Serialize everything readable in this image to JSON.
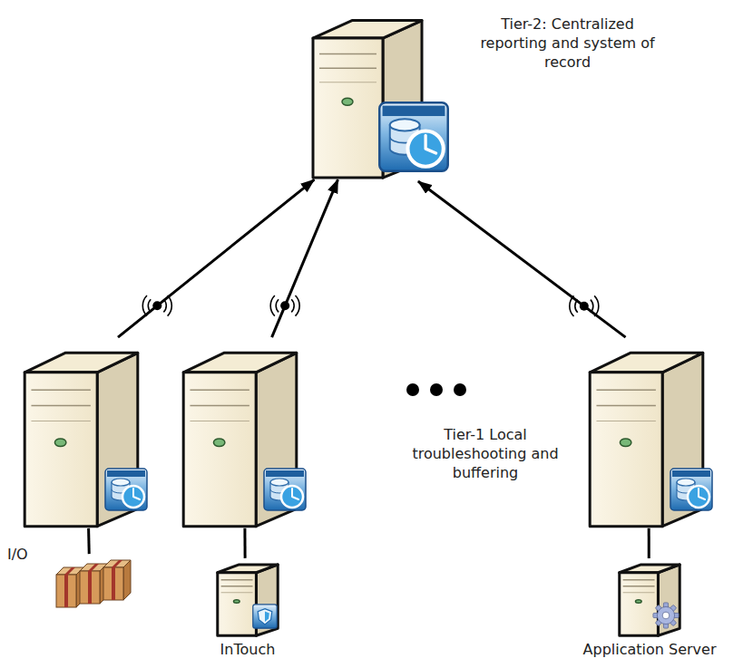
{
  "diagram": {
    "nodes": [
      {
        "text": [
          "Tier-2: Centralized reporting and system of record"
        ]
      },
      {
        "text": []
      },
      {
        "text": []
      },
      {
        "text": []
      },
      {
        "text": [
          "I/O"
        ]
      },
      {
        "text": [
          "InTouch"
        ]
      },
      {
        "text": [
          "Application Server"
        ]
      }
    ],
    "edges": [
      {
        "from": 1,
        "to": 0,
        "arrow": "to"
      },
      {
        "from": 2,
        "to": 0,
        "arrow": "to"
      },
      {
        "from": 3,
        "to": 0,
        "arrow": "to"
      },
      {
        "from": 4,
        "to": 1,
        "arrow": "none"
      },
      {
        "from": 5,
        "to": 2,
        "arrow": "none"
      },
      {
        "from": 6,
        "to": 3,
        "arrow": "none"
      }
    ],
    "labels": [
      "Tier-1 Local troubleshooting and buffering"
    ]
  }
}
